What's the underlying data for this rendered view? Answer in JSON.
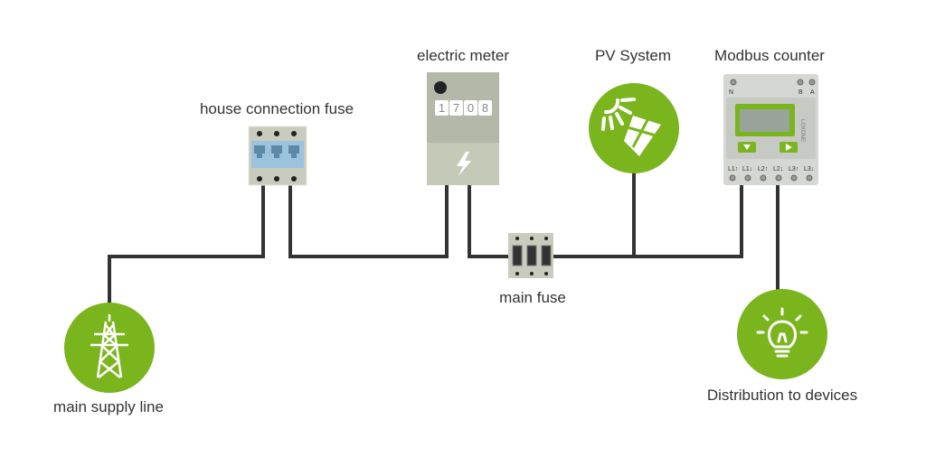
{
  "labels": {
    "house_fuse": "house connection fuse",
    "meter": "electric meter",
    "pv": "PV System",
    "modbus": "Modbus counter",
    "main_fuse": "main fuse",
    "supply": "main supply line",
    "distribution": "Distribution to devices"
  },
  "meter_digits": [
    "1",
    "7",
    "0",
    "8"
  ],
  "modbus_device": {
    "brand": "LOXONE",
    "terminals_top": [
      "N",
      "B",
      "A"
    ],
    "terminals_bottom": [
      "L1↑",
      "L1↓",
      "L2↑",
      "L2↓",
      "L3↑",
      "L3↓"
    ]
  },
  "icons": {
    "supply": "transmission-tower-icon",
    "pv": "solar-panel-sun-icon",
    "distribution": "light-bulb-icon",
    "meter": "lightning-bolt-icon"
  },
  "colors": {
    "accent": "#7ab51d",
    "wire": "#333333",
    "device": "#c4c9bb",
    "fuse_blue": "#9cc3dd"
  }
}
